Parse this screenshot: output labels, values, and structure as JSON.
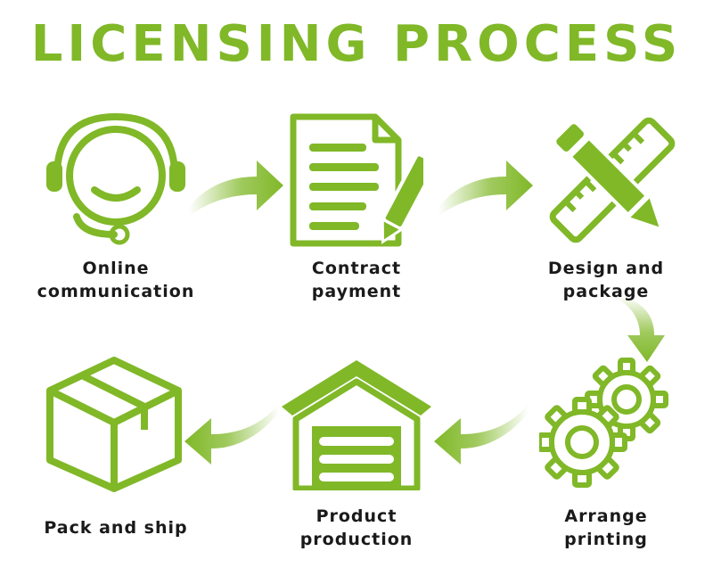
{
  "title": "LICENSING PROCESS",
  "accent_color": "#80b828",
  "steps": [
    {
      "lines": [
        "Online",
        "communication"
      ],
      "icon": "headset-icon"
    },
    {
      "lines": [
        "Contract",
        "payment"
      ],
      "icon": "contract-icon"
    },
    {
      "lines": [
        "Design and",
        "package"
      ],
      "icon": "ruler-pencil-icon"
    },
    {
      "lines": [
        "Arrange",
        "printing"
      ],
      "icon": "gears-icon"
    },
    {
      "lines": [
        "Product",
        "production"
      ],
      "icon": "warehouse-icon"
    },
    {
      "lines": [
        "Pack and ship"
      ],
      "icon": "box-icon"
    }
  ]
}
